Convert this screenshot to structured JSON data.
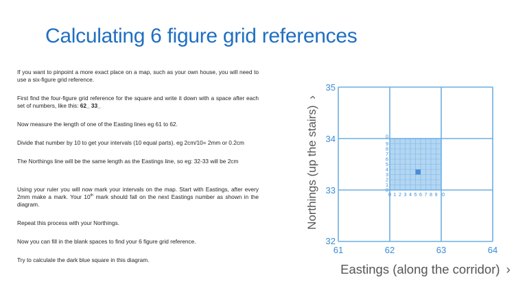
{
  "title": "Calculating 6 figure grid references",
  "instructions": {
    "p1": "If you want to pinpoint a more exact place on a map, such as your own house, you will need to use a six-figure grid reference.",
    "p2_text": "First find the four-figure grid reference for the square and write it down with a space after each set of numbers, like this:",
    "p2_example": "62_ 33_",
    "p3": "Now measure the length of one of the Easting lines eg 61 to 62.",
    "p4": "Divide that number by 10 to get your intervals (10 equal parts). eg 2cm/10= 2mm or 0.2cm",
    "p5": "The Northings line will be the same length as the Eastings line, so eg: 32-33 will be 2cm",
    "p6_before": "Using your ruler you will now mark your intervals on the map. Start with Eastings, after every 2mm make a mark. Your 10",
    "p6_sup": "th",
    "p6_after": " mark should fall on the next Eastings number as shown in the diagram.",
    "p7": "Repeat this process with your Northings.",
    "p8": "Now you can fill in the blank spaces to find your 6 figure grid reference.",
    "p9": "Try to calculate the dark blue square in this diagram."
  },
  "diagram": {
    "colors": {
      "grid": "#6aaee3",
      "label": "#3a8ad4",
      "fill": "#b3d6f2",
      "fine": "#7cb6e6",
      "dark": "#4a8fd6",
      "axis_title": "#555555"
    },
    "eastings": [
      "61",
      "62",
      "63",
      "64"
    ],
    "northings": [
      "32",
      "33",
      "34",
      "35"
    ],
    "x_axis_title": "Eastings (along the corridor)",
    "y_axis_title": "Northings (up the stairs)",
    "arrow_glyph": "›",
    "subdivision_labels": [
      "0",
      "1",
      "2",
      "3",
      "4",
      "5",
      "6",
      "7",
      "8",
      "9",
      "0"
    ],
    "highlight_square": {
      "easting": 62,
      "northing": 33,
      "subdivisions": 10
    },
    "dark_cell": {
      "easting_tenth": 5,
      "northing_tenth": 3
    }
  }
}
